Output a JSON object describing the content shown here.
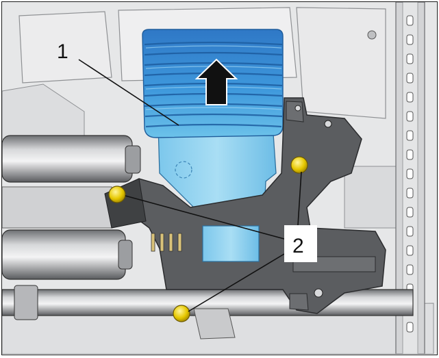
{
  "callouts": {
    "part_1": "1",
    "part_2": "2"
  },
  "arrow_direction": "up",
  "colors": {
    "background": "#e9eaeb",
    "highlighted_part": "#3a8fd6",
    "highlighted_part_light": "#8fd0ee",
    "bracket": "#5a5c5f",
    "fasteners": "#e3c400",
    "leader_lines": "#111111"
  }
}
